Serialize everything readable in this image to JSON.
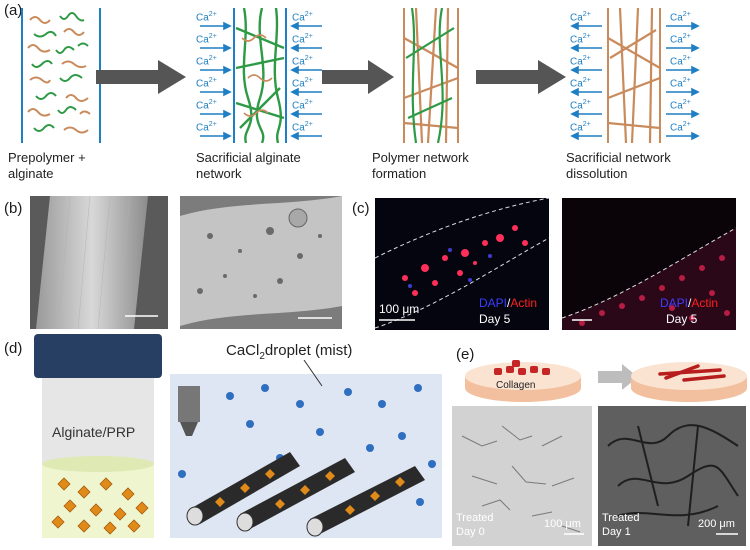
{
  "panels": {
    "a": {
      "label": "(a)",
      "steps": [
        {
          "caption_line1": "Prepolymer +",
          "caption_line2": "alginate"
        },
        {
          "caption_line1": "Sacrificial alginate",
          "caption_line2": "network"
        },
        {
          "caption_line1": "Polymer network",
          "caption_line2": "formation"
        },
        {
          "caption_line1": "Sacrificial network",
          "caption_line2": "dissolution"
        }
      ],
      "ion_label": "Ca",
      "ion_charge": "2+"
    },
    "b": {
      "label": "(b)"
    },
    "c": {
      "label": "(c)",
      "left": {
        "scale_bar": "100 μm",
        "stain_blue": "DAPI",
        "stain_sep": "/",
        "stain_red": "Actin",
        "day": "Day 5"
      },
      "right": {
        "stain_blue": "DAPI",
        "stain_sep": "/",
        "stain_red": "Actin",
        "day": "Day 5"
      }
    },
    "d": {
      "label": "(d)",
      "jar_label": "Alginate/PRP",
      "mist_label": "CaCl",
      "mist_sub": "2",
      "mist_rest": "droplet (mist)"
    },
    "e": {
      "label": "(e)",
      "dish_label": "Collagen",
      "left": {
        "line1": "Treated",
        "line2": "Day 0",
        "scale_bar": "100 μm"
      },
      "right": {
        "line1": "Treated",
        "line2": "Day 1",
        "scale_bar": "200 μm"
      }
    }
  },
  "colors": {
    "alginate_green": "#2e9a46",
    "polymer_brown": "#c98a5c",
    "ca_blue": "#1f7fc4",
    "arrow_gray": "#555555",
    "mist_blue": "#2f6fc0",
    "jar_lid": "#263f63",
    "prp_orange": "#e08a1a"
  }
}
